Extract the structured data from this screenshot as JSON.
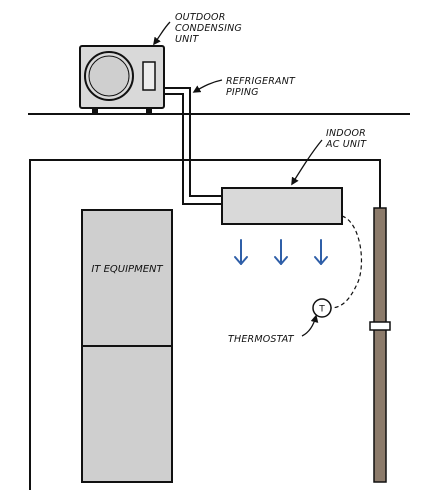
{
  "labels": {
    "outdoor_line1": "OUTDOOR",
    "outdoor_line2": "CONDENSING",
    "outdoor_line3": "UNIT",
    "refrigerant_line1": "REFRIGERANT",
    "refrigerant_line2": "PIPING",
    "indoor_line1": "INDOOR",
    "indoor_line2": "AC UNIT",
    "it_equipment": "IT EQUIPMENT",
    "thermostat": "THERMOSTAT",
    "thermostat_symbol": "T"
  },
  "colors": {
    "unit_fill": "#d9d9d9",
    "equipment_fill": "#cfcfcf",
    "airflow_arrow": "#2f5fa8",
    "door_fill": "#8c7b6b",
    "line": "#111111"
  },
  "icons": {
    "airflow": "arrow-down-icon",
    "fan": "fan-circle-icon"
  },
  "airflow_arrow_count": 3
}
